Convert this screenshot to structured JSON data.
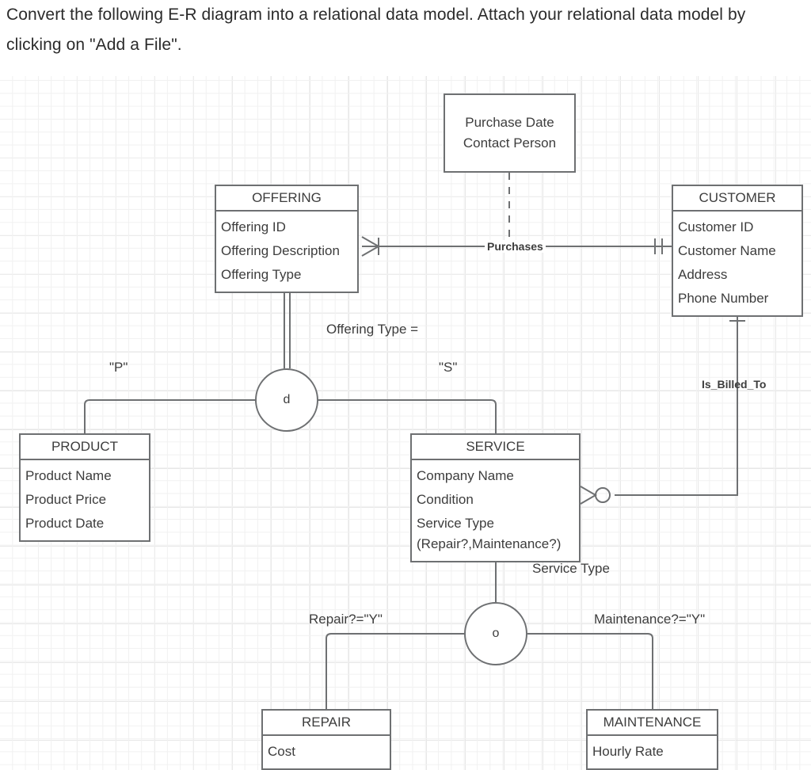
{
  "prompt": {
    "line1": "Convert the following E-R diagram into a relational data model. Attach your",
    "line2": "relational data model by clicking on \"Add a File\"."
  },
  "colors": {
    "stroke": "#6e7072",
    "text": "#3d3d3d",
    "background": "#ffffff",
    "grid_minor": "#f1f1f1",
    "grid_major": "#e7e7e7"
  },
  "diagram": {
    "type": "er-diagram",
    "notation": "crow's-foot with supertype/subtype",
    "entities": [
      {
        "id": "offering",
        "name": "OFFERING",
        "attributes": [
          {
            "label": "Offering ID",
            "key": true
          },
          {
            "label": "Offering Description",
            "key": false
          },
          {
            "label": "Offering Type",
            "key": false
          }
        ]
      },
      {
        "id": "customer",
        "name": "CUSTOMER",
        "attributes": [
          {
            "label": "Customer ID",
            "key": true
          },
          {
            "label": "Customer Name",
            "key": false
          },
          {
            "label": "Address",
            "key": false
          },
          {
            "label": "Phone Number",
            "key": false
          }
        ]
      },
      {
        "id": "product",
        "name": "PRODUCT",
        "attributes": [
          {
            "label": "Product Name",
            "key": false
          },
          {
            "label": "Product Price",
            "key": false
          },
          {
            "label": "Product Date",
            "key": false
          }
        ]
      },
      {
        "id": "service",
        "name": "SERVICE",
        "attributes": [
          {
            "label": "Company Name",
            "key": false
          },
          {
            "label": "Condition",
            "key": false
          },
          {
            "label": "Service Type",
            "key": false,
            "line2": "(Repair?,Maintenance?)"
          }
        ]
      },
      {
        "id": "repair",
        "name": "REPAIR",
        "attributes": [
          {
            "label": "Cost",
            "key": false
          }
        ]
      },
      {
        "id": "maintenance",
        "name": "MAINTENANCE",
        "attributes": [
          {
            "label": "Hourly Rate",
            "key": false
          }
        ]
      }
    ],
    "relationship_attribute_box": {
      "id": "purchase-attrs",
      "line1": "Purchase Date",
      "line2": "Contact Person"
    },
    "relationships": [
      {
        "id": "purchases",
        "label": "Purchases",
        "from": "offering",
        "to": "customer",
        "from_cardinality": "many-mandatory",
        "to_cardinality": "one-mandatory"
      },
      {
        "id": "is-billed-to",
        "label": "Is_Billed_To",
        "from": "service",
        "to": "customer",
        "from_cardinality": "zero-or-many",
        "to_cardinality": "one-mandatory"
      }
    ],
    "subtype_groups": [
      {
        "id": "offering-subtypes",
        "symbol": "d",
        "symbol_meaning": "disjoint",
        "discriminator": "Offering Type =",
        "supertype": "offering",
        "total_specialization": true,
        "branches": [
          {
            "label": "\"P\"",
            "subtype": "product"
          },
          {
            "label": "\"S\"",
            "subtype": "service"
          }
        ]
      },
      {
        "id": "service-subtypes",
        "symbol": "o",
        "symbol_meaning": "overlapping",
        "discriminator": "Service Type",
        "supertype": "service",
        "total_specialization": false,
        "branches": [
          {
            "label": "Repair?=\"Y\"",
            "subtype": "repair"
          },
          {
            "label": "Maintenance?=\"Y\"",
            "subtype": "maintenance"
          }
        ]
      }
    ]
  }
}
